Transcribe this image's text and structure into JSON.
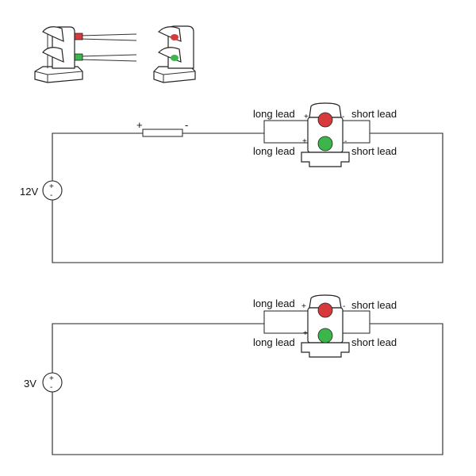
{
  "colors": {
    "led_red": "#d63a3a",
    "led_green": "#3cb54a",
    "wire": "#222222"
  },
  "circuit_12v": {
    "voltage_label": "12V",
    "source_plus": "+",
    "source_minus": "-",
    "resistor_plus": "+",
    "resistor_minus": "-",
    "top_left_label": "long lead",
    "top_right_label": "short lead",
    "bottom_left_label": "long lead",
    "bottom_right_label": "short lead",
    "top_plus": "+",
    "top_minus": "-",
    "bottom_plus": "+",
    "bottom_minus": "-"
  },
  "circuit_3v": {
    "voltage_label": "3V",
    "source_plus": "+",
    "source_minus": "-",
    "top_left_label": "long lead",
    "top_right_label": "short lead",
    "bottom_left_label": "long lead",
    "bottom_right_label": "short lead",
    "top_plus": "+",
    "top_minus": "-",
    "bottom_plus": "+",
    "bottom_minus": "-"
  }
}
